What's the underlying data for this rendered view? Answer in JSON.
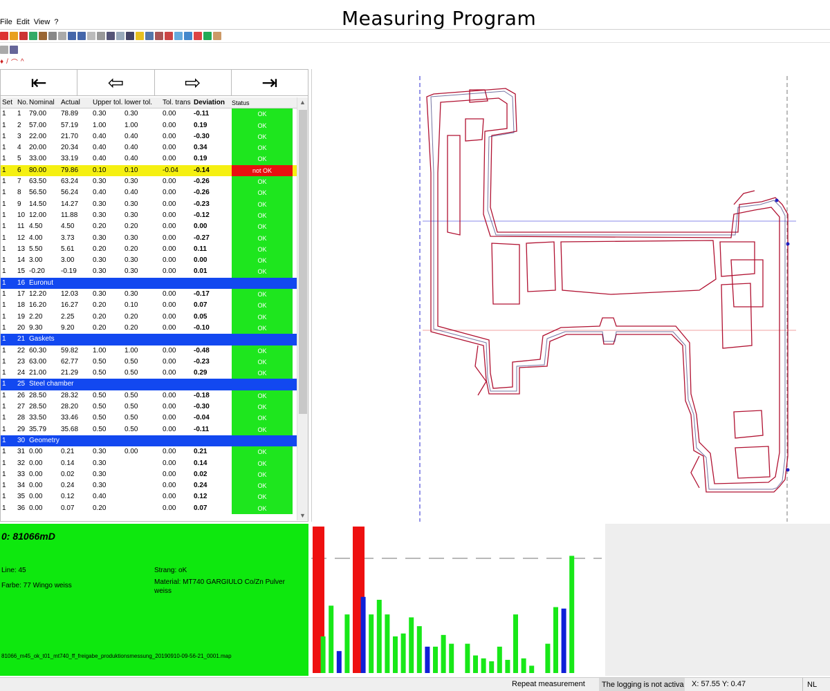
{
  "app": {
    "title": "Measuring  Program"
  },
  "menu": {
    "file": "File",
    "edit": "Edit",
    "view": "View",
    "help": "?"
  },
  "nav": {
    "first": "⇤",
    "prev": "⇦",
    "next": "⇨",
    "last": "⇥"
  },
  "table": {
    "headers": {
      "set": "Set",
      "no": "No.",
      "nominal": "Nominal",
      "actual": "Actual",
      "upper": "Upper tol.",
      "lower": "lower tol.",
      "tt": "Tol. trans",
      "dev": "Deviation",
      "status": "Status"
    },
    "rows": [
      {
        "set": "1",
        "no": "1",
        "nom": "79.00",
        "act": "78.89",
        "up": "0.30",
        "lo": "0.30",
        "tt": "0.00",
        "dev": "-0.11",
        "st": "OK"
      },
      {
        "set": "1",
        "no": "2",
        "nom": "57.00",
        "act": "57.19",
        "up": "1.00",
        "lo": "1.00",
        "tt": "0.00",
        "dev": "0.19",
        "st": "OK"
      },
      {
        "set": "1",
        "no": "3",
        "nom": "22.00",
        "act": "21.70",
        "up": "0.40",
        "lo": "0.40",
        "tt": "0.00",
        "dev": "-0.30",
        "st": "OK"
      },
      {
        "set": "1",
        "no": "4",
        "nom": "20.00",
        "act": "20.34",
        "up": "0.40",
        "lo": "0.40",
        "tt": "0.00",
        "dev": "0.34",
        "st": "OK"
      },
      {
        "set": "1",
        "no": "5",
        "nom": "33.00",
        "act": "33.19",
        "up": "0.40",
        "lo": "0.40",
        "tt": "0.00",
        "dev": "0.19",
        "st": "OK"
      },
      {
        "set": "1",
        "no": "6",
        "nom": "80.00",
        "act": "79.86",
        "up": "0.10",
        "lo": "0.10",
        "tt": "-0.04",
        "dev": "-0.14",
        "st": "not OK",
        "hl": true
      },
      {
        "set": "1",
        "no": "7",
        "nom": "63.50",
        "act": "63.24",
        "up": "0.30",
        "lo": "0.30",
        "tt": "0.00",
        "dev": "-0.26",
        "st": "OK"
      },
      {
        "set": "1",
        "no": "8",
        "nom": "56.50",
        "act": "56.24",
        "up": "0.40",
        "lo": "0.40",
        "tt": "0.00",
        "dev": "-0.26",
        "st": "OK"
      },
      {
        "set": "1",
        "no": "9",
        "nom": "14.50",
        "act": "14.27",
        "up": "0.30",
        "lo": "0.30",
        "tt": "0.00",
        "dev": "-0.23",
        "st": "OK"
      },
      {
        "set": "1",
        "no": "10",
        "nom": "12.00",
        "act": "11.88",
        "up": "0.30",
        "lo": "0.30",
        "tt": "0.00",
        "dev": "-0.12",
        "st": "OK"
      },
      {
        "set": "1",
        "no": "11",
        "nom": "4.50",
        "act": "4.50",
        "up": "0.20",
        "lo": "0.20",
        "tt": "0.00",
        "dev": "0.00",
        "st": "OK"
      },
      {
        "set": "1",
        "no": "12",
        "nom": "4.00",
        "act": "3.73",
        "up": "0.30",
        "lo": "0.30",
        "tt": "0.00",
        "dev": "-0.27",
        "st": "OK"
      },
      {
        "set": "1",
        "no": "13",
        "nom": "5.50",
        "act": "5.61",
        "up": "0.20",
        "lo": "0.20",
        "tt": "0.00",
        "dev": "0.11",
        "st": "OK"
      },
      {
        "set": "1",
        "no": "14",
        "nom": "3.00",
        "act": "3.00",
        "up": "0.30",
        "lo": "0.30",
        "tt": "0.00",
        "dev": "0.00",
        "st": "OK"
      },
      {
        "set": "1",
        "no": "15",
        "nom": "-0.20",
        "act": "-0.19",
        "up": "0.30",
        "lo": "0.30",
        "tt": "0.00",
        "dev": "0.01",
        "st": "OK"
      },
      {
        "set": "1",
        "no": "16",
        "group": "Euronut"
      },
      {
        "set": "1",
        "no": "17",
        "nom": "12.20",
        "act": "12.03",
        "up": "0.30",
        "lo": "0.30",
        "tt": "0.00",
        "dev": "-0.17",
        "st": "OK"
      },
      {
        "set": "1",
        "no": "18",
        "nom": "16.20",
        "act": "16.27",
        "up": "0.20",
        "lo": "0.10",
        "tt": "0.00",
        "dev": "0.07",
        "st": "OK"
      },
      {
        "set": "1",
        "no": "19",
        "nom": "2.20",
        "act": "2.25",
        "up": "0.20",
        "lo": "0.20",
        "tt": "0.00",
        "dev": "0.05",
        "st": "OK"
      },
      {
        "set": "1",
        "no": "20",
        "nom": "9.30",
        "act": "9.20",
        "up": "0.20",
        "lo": "0.20",
        "tt": "0.00",
        "dev": "-0.10",
        "st": "OK"
      },
      {
        "set": "1",
        "no": "21",
        "group": "Gaskets"
      },
      {
        "set": "1",
        "no": "22",
        "nom": "60.30",
        "act": "59.82",
        "up": "1.00",
        "lo": "1.00",
        "tt": "0.00",
        "dev": "-0.48",
        "st": "OK"
      },
      {
        "set": "1",
        "no": "23",
        "nom": "63.00",
        "act": "62.77",
        "up": "0.50",
        "lo": "0.50",
        "tt": "0.00",
        "dev": "-0.23",
        "st": "OK"
      },
      {
        "set": "1",
        "no": "24",
        "nom": "21.00",
        "act": "21.29",
        "up": "0.50",
        "lo": "0.50",
        "tt": "0.00",
        "dev": "0.29",
        "st": "OK"
      },
      {
        "set": "1",
        "no": "25",
        "group": "Steel chamber"
      },
      {
        "set": "1",
        "no": "26",
        "nom": "28.50",
        "act": "28.32",
        "up": "0.50",
        "lo": "0.50",
        "tt": "0.00",
        "dev": "-0.18",
        "st": "OK"
      },
      {
        "set": "1",
        "no": "27",
        "nom": "28.50",
        "act": "28.20",
        "up": "0.50",
        "lo": "0.50",
        "tt": "0.00",
        "dev": "-0.30",
        "st": "OK"
      },
      {
        "set": "1",
        "no": "28",
        "nom": "33.50",
        "act": "33.46",
        "up": "0.50",
        "lo": "0.50",
        "tt": "0.00",
        "dev": "-0.04",
        "st": "OK"
      },
      {
        "set": "1",
        "no": "29",
        "nom": "35.79",
        "act": "35.68",
        "up": "0.50",
        "lo": "0.50",
        "tt": "0.00",
        "dev": "-0.11",
        "st": "OK"
      },
      {
        "set": "1",
        "no": "30",
        "group": "Geometry"
      },
      {
        "set": "1",
        "no": "31",
        "nom": "0.00",
        "act": "0.21",
        "up": "0.30",
        "lo": "0.00",
        "tt": "0.00",
        "dev": "0.21",
        "st": "OK"
      },
      {
        "set": "1",
        "no": "32",
        "nom": "0.00",
        "act": "0.14",
        "up": "0.30",
        "lo": "",
        "tt": "0.00",
        "dev": "0.14",
        "st": "OK"
      },
      {
        "set": "1",
        "no": "33",
        "nom": "0.00",
        "act": "0.02",
        "up": "0.30",
        "lo": "",
        "tt": "0.00",
        "dev": "0.02",
        "st": "OK"
      },
      {
        "set": "1",
        "no": "34",
        "nom": "0.00",
        "act": "0.24",
        "up": "0.30",
        "lo": "",
        "tt": "0.00",
        "dev": "0.24",
        "st": "OK"
      },
      {
        "set": "1",
        "no": "35",
        "nom": "0.00",
        "act": "0.12",
        "up": "0.40",
        "lo": "",
        "tt": "0.00",
        "dev": "0.12",
        "st": "OK"
      },
      {
        "set": "1",
        "no": "36",
        "nom": "0.00",
        "act": "0.07",
        "up": "0.20",
        "lo": "",
        "tt": "0.00",
        "dev": "0.07",
        "st": "OK"
      }
    ]
  },
  "info": {
    "title": "0: 81066mD",
    "line": "Line: 45",
    "farbe": "Farbe: 77 Wingo weiss",
    "strang": "Strang: oK",
    "material": "Material: MT740 GARGIULO Co/Zn Pulver weiss",
    "file": "81066_m45_ok_t01_mt740_ff_freigabe_produktionsmessung_20190910-09-56-21_0001.map"
  },
  "bars": {
    "levels": [
      100,
      25,
      46,
      15,
      40,
      100,
      52,
      40,
      50,
      40,
      25,
      27,
      38,
      32,
      18,
      18,
      26,
      20,
      0,
      20,
      12,
      10,
      8,
      18,
      9,
      40,
      10,
      5,
      0,
      20,
      45,
      44,
      80
    ],
    "colors": [
      "red",
      "green",
      "green",
      "blue",
      "green",
      "red",
      "blue",
      "green",
      "green",
      "green",
      "green",
      "green",
      "green",
      "green",
      "blue",
      "green",
      "green",
      "green",
      "green",
      "green",
      "green",
      "green",
      "green",
      "green",
      "green",
      "green",
      "green",
      "green",
      "green",
      "green",
      "green",
      "blue",
      "green"
    ]
  },
  "status": {
    "repeat": "Repeat measurement",
    "logging": "The logging is not activa",
    "xy": "X: 57.55 Y: 0.47",
    "nl": "NL"
  },
  "colors": {
    "ok": "#1ee61e",
    "nok": "#e81010",
    "highlight": "#f5f011",
    "group": "#1248f0",
    "info_bg": "#0ee80e"
  }
}
